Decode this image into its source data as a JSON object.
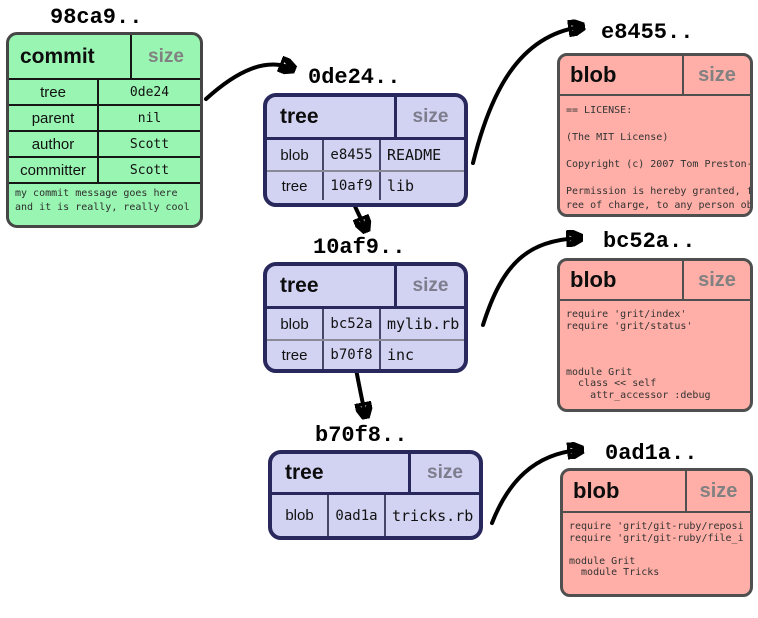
{
  "colors": {
    "commit_fill": "#99f5b2",
    "commit_border": "#464646",
    "tree_fill": "#d2d2f2",
    "tree_border": "#28285c",
    "blob_fill": "#ffafa7",
    "blob_border": "#4f4f4f",
    "size_text": "#818181",
    "arrow": "#000000"
  },
  "commit": {
    "hash_label": "98ca9..",
    "type_label": "commit",
    "size_label": "size",
    "fields": [
      {
        "label": "tree",
        "value": "0de24"
      },
      {
        "label": "parent",
        "value": "nil"
      },
      {
        "label": "author",
        "value": "Scott"
      },
      {
        "label": "committer",
        "value": "Scott"
      }
    ],
    "message": "my commit message goes here\nand it is really, really cool"
  },
  "trees": [
    {
      "hash_label": "0de24..",
      "type_label": "tree",
      "size_label": "size",
      "entries": [
        {
          "type": "blob",
          "hash": "e8455",
          "name": "README"
        },
        {
          "type": "tree",
          "hash": "10af9",
          "name": "lib"
        }
      ]
    },
    {
      "hash_label": "10af9..",
      "type_label": "tree",
      "size_label": "size",
      "entries": [
        {
          "type": "blob",
          "hash": "bc52a",
          "name": "mylib.rb"
        },
        {
          "type": "tree",
          "hash": "b70f8",
          "name": "inc"
        }
      ]
    },
    {
      "hash_label": "b70f8..",
      "type_label": "tree",
      "size_label": "size",
      "entries": [
        {
          "type": "blob",
          "hash": "0ad1a",
          "name": "tricks.rb"
        }
      ]
    }
  ],
  "blobs": [
    {
      "hash_label": "e8455..",
      "type_label": "blob",
      "size_label": "size",
      "content": "== LICENSE:\n\n(The MIT License)\n\nCopyright (c) 2007 Tom Preston-\n\nPermission is hereby granted, f\nree of charge, to any person ob"
    },
    {
      "hash_label": "bc52a..",
      "type_label": "blob",
      "size_label": "size",
      "content": "require 'grit/index'\nrequire 'grit/status'\n\n\n\nmodule Grit\n  class << self\n    attr_accessor :debug"
    },
    {
      "hash_label": "0ad1a..",
      "type_label": "blob",
      "size_label": "size",
      "content": "require 'grit/git-ruby/reposi\nrequire 'grit/git-ruby/file_i\n\nmodule Grit\n  module Tricks"
    }
  ],
  "connections": [
    {
      "from": "commit 98ca9 tree field",
      "to": "tree 0de24"
    },
    {
      "from": "tree 0de24 entry e8455",
      "to": "blob e8455"
    },
    {
      "from": "tree 0de24 entry 10af9",
      "to": "tree 10af9"
    },
    {
      "from": "tree 10af9 entry bc52a",
      "to": "blob bc52a"
    },
    {
      "from": "tree 10af9 entry b70f8",
      "to": "tree b70f8"
    },
    {
      "from": "tree b70f8 entry 0ad1a",
      "to": "blob 0ad1a"
    }
  ]
}
